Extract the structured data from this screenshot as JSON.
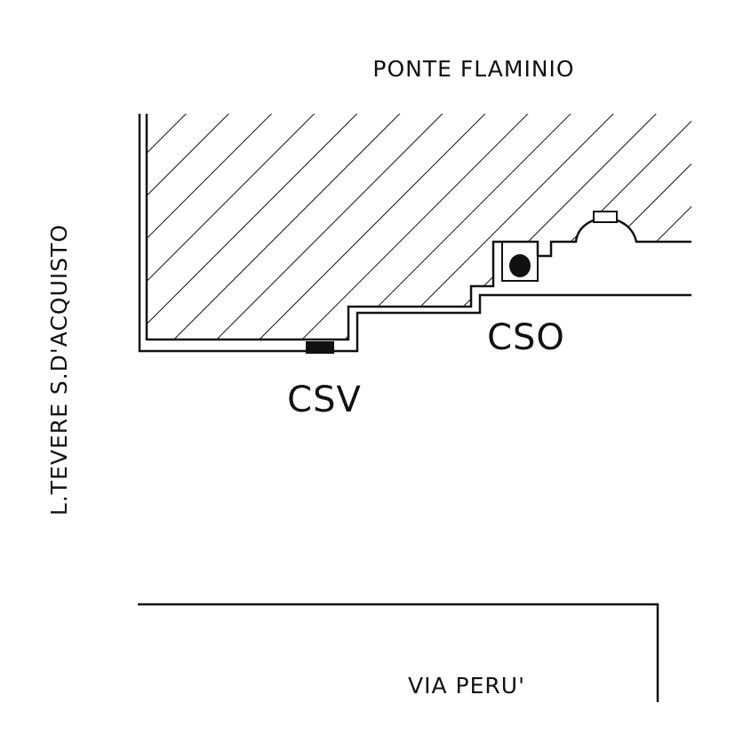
{
  "labels": {
    "north_street": "PONTE FLAMINIO",
    "west_street": "L.TEVERE S.D'ACQUISTO",
    "south_street": "VIA PERU'",
    "sensor_west": "CSV",
    "sensor_south": "CSO"
  },
  "colors": {
    "ink": "#111111",
    "background": "#ffffff"
  }
}
